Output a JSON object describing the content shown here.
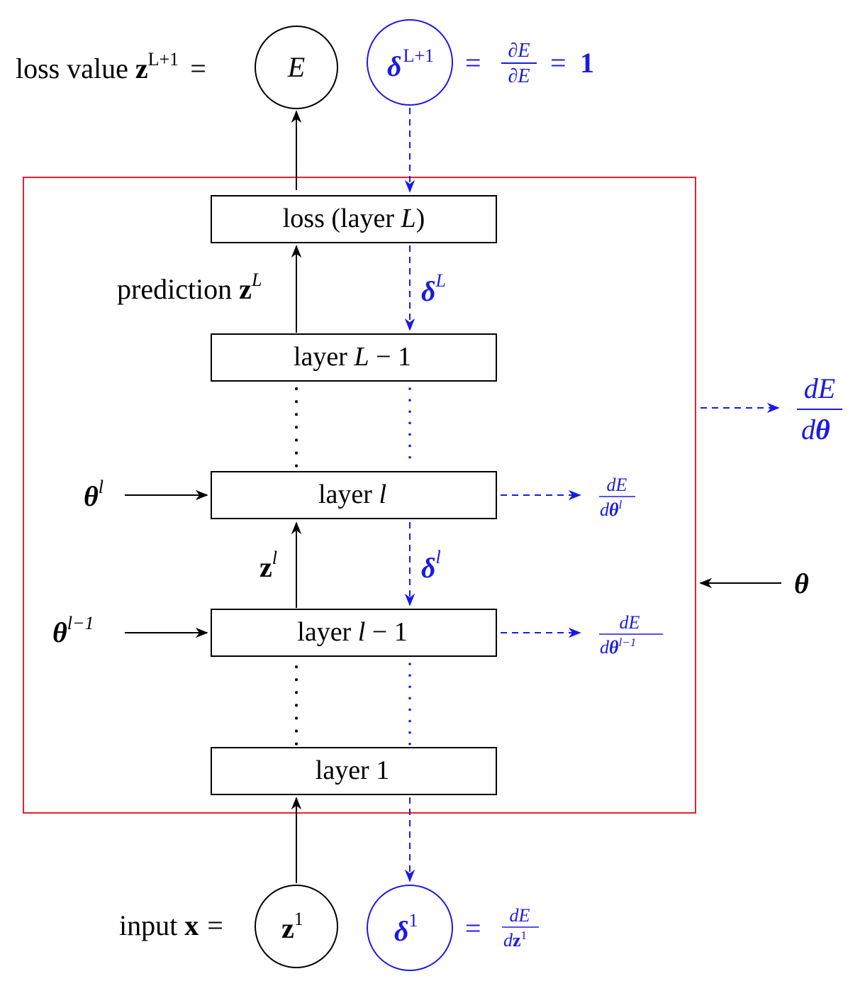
{
  "colors": {
    "black": "#000000",
    "blue": "#1a1ae6",
    "frame": "#e8222e"
  },
  "top": {
    "loss_value_text": "loss value ",
    "z": "z",
    "z_sup": "L+1",
    "equals": "=",
    "E": "E",
    "delta": "δ",
    "delta_sup": "L+1",
    "frac_num": "∂E",
    "frac_den": "∂E",
    "one": "1"
  },
  "layers": {
    "loss_prefix": "loss (layer ",
    "loss_var": "L",
    "loss_suffix": ")",
    "Lm1_prefix": "layer ",
    "Lm1_var": "L",
    "Lm1_suffix": " − 1",
    "l_prefix": "layer ",
    "l_var": "l",
    "lm1_prefix": "layer ",
    "lm1_var": "l",
    "lm1_suffix": " − 1",
    "one": "layer 1"
  },
  "labels": {
    "prediction": "prediction ",
    "z": "z",
    "L_sup": "L",
    "l_sup": "l",
    "theta": "θ",
    "lm1_sup": "l−1",
    "delta": "δ",
    "dE": "dE",
    "dtheta": "dθ",
    "d": "d"
  },
  "bottom": {
    "input_text": "input ",
    "x": "x",
    "equals": "=",
    "z": "z",
    "one_sup": "1",
    "delta": "δ",
    "frac_num": "dE",
    "frac_den_d": "d",
    "frac_den_z": "z"
  }
}
